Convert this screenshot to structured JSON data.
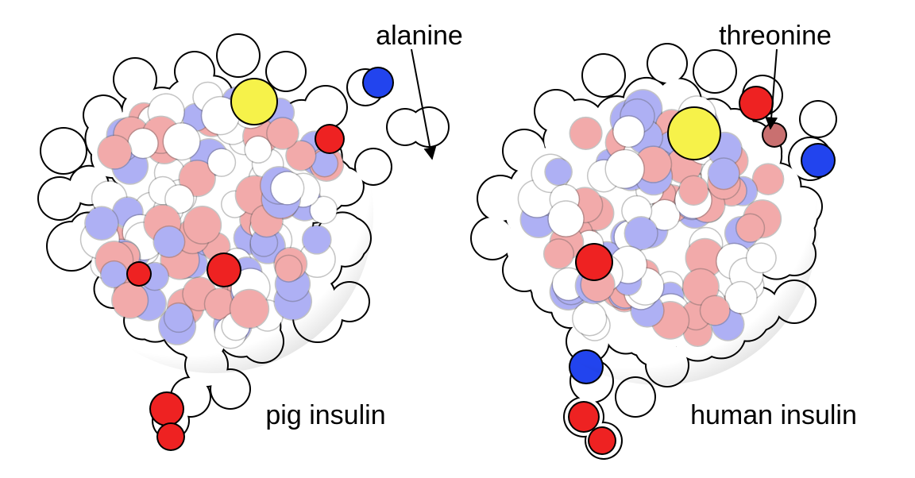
{
  "figure": {
    "background": "#ffffff",
    "atom_colors": {
      "carbon": "#ffffff",
      "oxygen": "#f2aaaa",
      "oxygen_highlight": "#ee2222",
      "nitrogen": "#aeb0f4",
      "nitrogen_highlight": "#2244ee",
      "sulfur": "#f6f24a",
      "outline": "#000000"
    },
    "molecules": [
      {
        "id": "pig",
        "label": "pig insulin",
        "callout": {
          "text": "alanine"
        }
      },
      {
        "id": "human",
        "label": "human insulin",
        "callout": {
          "text": "threonine"
        }
      }
    ]
  }
}
